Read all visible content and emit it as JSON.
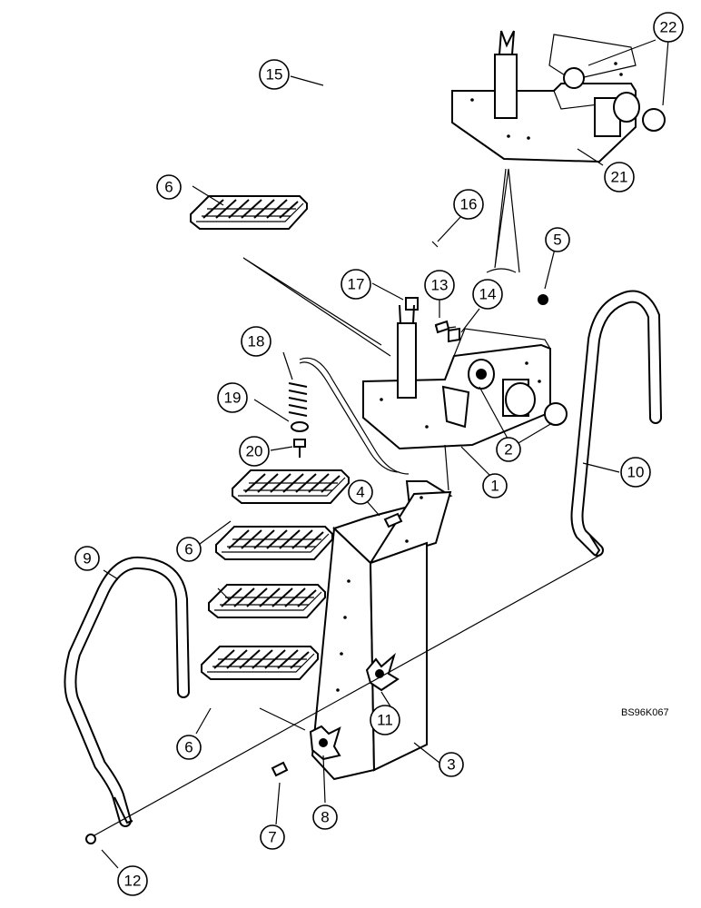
{
  "figure_code": "BS96K067",
  "callouts": [
    {
      "label": "1"
    },
    {
      "label": "2"
    },
    {
      "label": "2"
    },
    {
      "label": "3"
    },
    {
      "label": "4"
    },
    {
      "label": "5"
    },
    {
      "label": "6"
    },
    {
      "label": "6"
    },
    {
      "label": "6"
    },
    {
      "label": "7"
    },
    {
      "label": "8"
    },
    {
      "label": "9"
    },
    {
      "label": "10"
    },
    {
      "label": "11"
    },
    {
      "label": "12"
    },
    {
      "label": "13"
    },
    {
      "label": "14"
    },
    {
      "label": "15"
    },
    {
      "label": "16"
    },
    {
      "label": "17"
    },
    {
      "label": "18"
    },
    {
      "label": "19"
    },
    {
      "label": "20"
    },
    {
      "label": "21"
    },
    {
      "label": "22"
    }
  ]
}
